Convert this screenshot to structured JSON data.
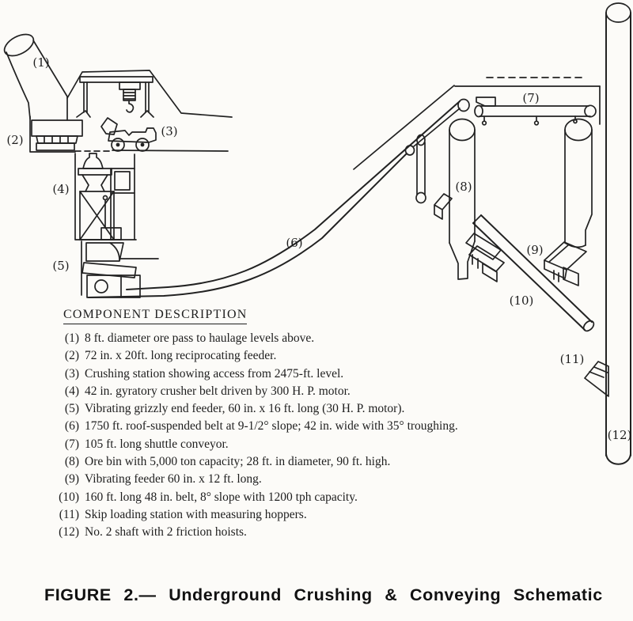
{
  "colors": {
    "ink": "#222222",
    "paper": "#fcfbf8"
  },
  "diagram": {
    "callouts": [
      {
        "ref": "(1)",
        "target": "ore-pass"
      },
      {
        "ref": "(2)",
        "target": "reciprocating-feeder"
      },
      {
        "ref": "(3)",
        "target": "crushing-station"
      },
      {
        "ref": "(4)",
        "target": "gyratory-crusher"
      },
      {
        "ref": "(5)",
        "target": "grizzly-end-feeder"
      },
      {
        "ref": "(6)",
        "target": "roof-suspended-belt"
      },
      {
        "ref": "(7)",
        "target": "shuttle-conveyor"
      },
      {
        "ref": "(8)",
        "target": "ore-bin"
      },
      {
        "ref": "(9)",
        "target": "vibrating-feeder"
      },
      {
        "ref": "(10)",
        "target": "incline-belt"
      },
      {
        "ref": "(11)",
        "target": "skip-loading-station"
      },
      {
        "ref": "(12)",
        "target": "no-2-shaft"
      }
    ]
  },
  "component_description": {
    "heading": "COMPONENT DESCRIPTION",
    "items": [
      {
        "num": "(1)",
        "text": "8 ft. diameter ore pass to haulage levels above."
      },
      {
        "num": "(2)",
        "text": "72 in. x 20ft. long reciprocating feeder."
      },
      {
        "num": "(3)",
        "text": "Crushing station showing access from 2475-ft. level."
      },
      {
        "num": "(4)",
        "text": "42 in. gyratory crusher belt driven by 300 H. P. motor."
      },
      {
        "num": "(5)",
        "text": "Vibrating grizzly end feeder, 60 in. x 16 ft. long (30 H. P. motor)."
      },
      {
        "num": "(6)",
        "text": "1750 ft. roof-suspended belt at 9-1/2° slope; 42 in. wide with 35° troughing."
      },
      {
        "num": "(7)",
        "text": "105 ft. long shuttle conveyor."
      },
      {
        "num": "(8)",
        "text": "Ore bin with 5,000 ton capacity; 28 ft. in diameter, 90 ft. high."
      },
      {
        "num": "(9)",
        "text": "Vibrating feeder 60 in. x 12 ft. long."
      },
      {
        "num": "(10)",
        "text": "160 ft. long 48 in. belt, 8° slope with 1200 tph capacity."
      },
      {
        "num": "(11)",
        "text": "Skip loading station with measuring hoppers."
      },
      {
        "num": "(12)",
        "text": "No. 2 shaft with 2 friction hoists."
      }
    ]
  },
  "caption": "FIGURE 2.— Underground Crushing & Conveying Schematic"
}
